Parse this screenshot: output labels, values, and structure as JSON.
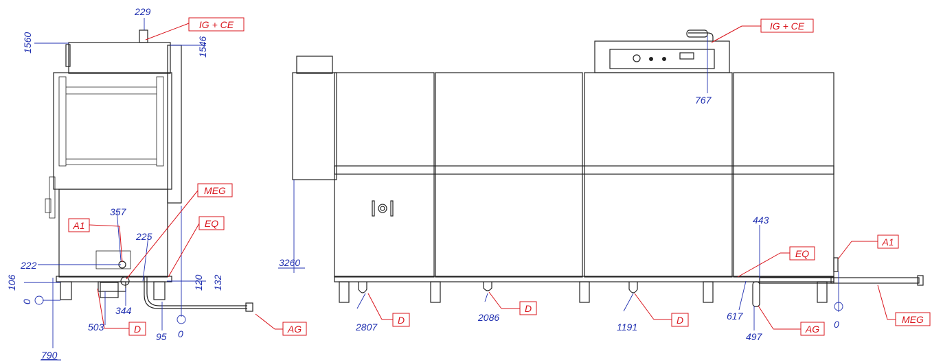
{
  "labels": {
    "ig_ce": "IG + CE",
    "meg": "MEG",
    "a1": "A1",
    "eq": "EQ",
    "d": "D",
    "ag": "AG"
  },
  "side_dims": {
    "d229": "229",
    "d1560": "1560",
    "d1546": "1546",
    "d357": "357",
    "d225": "225",
    "d222": "222",
    "d106": "106",
    "d120": "120",
    "d132": "132",
    "d0a": "0",
    "d503": "503",
    "d344": "344",
    "d95": "95",
    "d0b": "0",
    "d790": "790"
  },
  "front_dims": {
    "d767": "767",
    "d3260": "3260",
    "d443": "443",
    "d617": "617",
    "d497": "497",
    "d0": "0",
    "d2807": "2807",
    "d2086": "2086",
    "d1191": "1191"
  },
  "colors": {
    "dimension": "#1f2fb0",
    "callout": "#d9141b",
    "line": "#222222"
  }
}
